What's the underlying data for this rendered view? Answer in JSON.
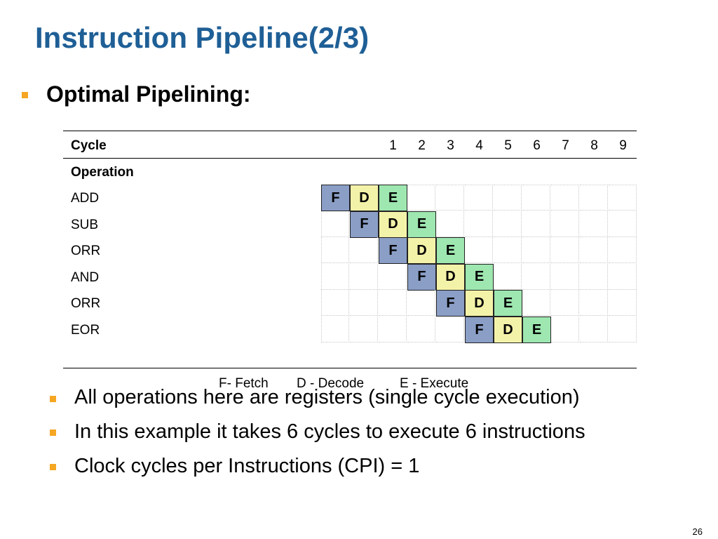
{
  "slide": {
    "title": "Instruction Pipeline(2/3)",
    "subheading": "Optimal Pipelining:",
    "page_number": "26",
    "accent_color": "#1f5f96",
    "bullet_color": "#f5a623"
  },
  "pipeline": {
    "cycle_header": "Cycle",
    "operation_header": "Operation",
    "cycles": [
      "1",
      "2",
      "3",
      "4",
      "5",
      "6",
      "7",
      "8",
      "9"
    ],
    "operations": [
      {
        "name": "ADD",
        "start": 1
      },
      {
        "name": "SUB",
        "start": 2
      },
      {
        "name": "ORR",
        "start": 3
      },
      {
        "name": "AND",
        "start": 4
      },
      {
        "name": "ORR",
        "start": 5
      },
      {
        "name": "EOR",
        "start": 6
      }
    ],
    "stages": [
      "F",
      "D",
      "E"
    ],
    "stage_colors": {
      "F": "#8a9ec6",
      "D": "#f3f2a9",
      "E": "#9ee7b0"
    }
  },
  "legend": {
    "fetch": "F- Fetch",
    "decode": "D - Decode",
    "execute": "E - Execute"
  },
  "bullets": [
    "All operations here are registers (single cycle execution)",
    "In this example it takes 6 cycles to execute 6 instructions",
    "Clock cycles per Instructions (CPI) = 1"
  ]
}
